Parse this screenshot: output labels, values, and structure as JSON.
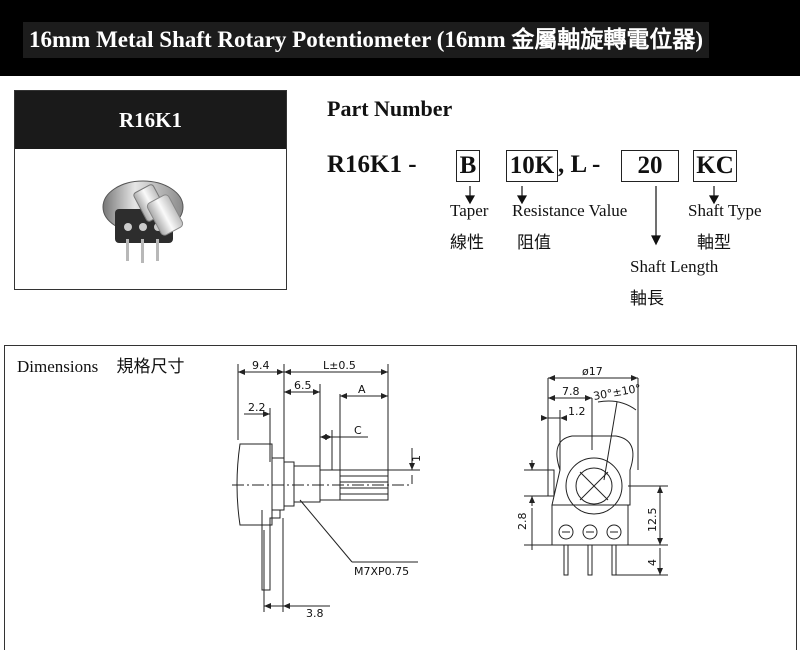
{
  "header": {
    "title": "16mm Metal Shaft Rotary Potentiometer (16mm 金屬軸旋轉電位器)"
  },
  "product": {
    "model_label": "R16K1",
    "photo_icon": "rotary-potentiometer-photo"
  },
  "part_number": {
    "heading": "Part Number",
    "prefix": "R16K1 -",
    "taper_code": "B",
    "resistance_code": "10K",
    "separator": ", L -",
    "length_code": "20",
    "shaft_code": "KC",
    "taper_en": "Taper",
    "taper_zh": "線性",
    "resistance_en": "Resistance Value",
    "resistance_zh": "阻值",
    "shaft_type_en": "Shaft Type",
    "shaft_type_zh": "軸型",
    "shaft_length_en": "Shaft Length",
    "shaft_length_zh": "軸長"
  },
  "dimensions": {
    "title_en": "Dimensions",
    "title_zh": "規格尺寸",
    "side_labels": {
      "d94": "9.4",
      "dL": "L±0.5",
      "d65": "6.5",
      "dA": "A",
      "d22": "2.2",
      "dC": "C",
      "d1": "1",
      "thread": "M7XP0.75",
      "d38": "3.8"
    },
    "front_labels": {
      "d17": "ø17",
      "d78": "7.8",
      "angle": "30°±10°",
      "d12": "1.2",
      "d28": "2.8",
      "d125": "12.5",
      "d4": "4"
    }
  }
}
